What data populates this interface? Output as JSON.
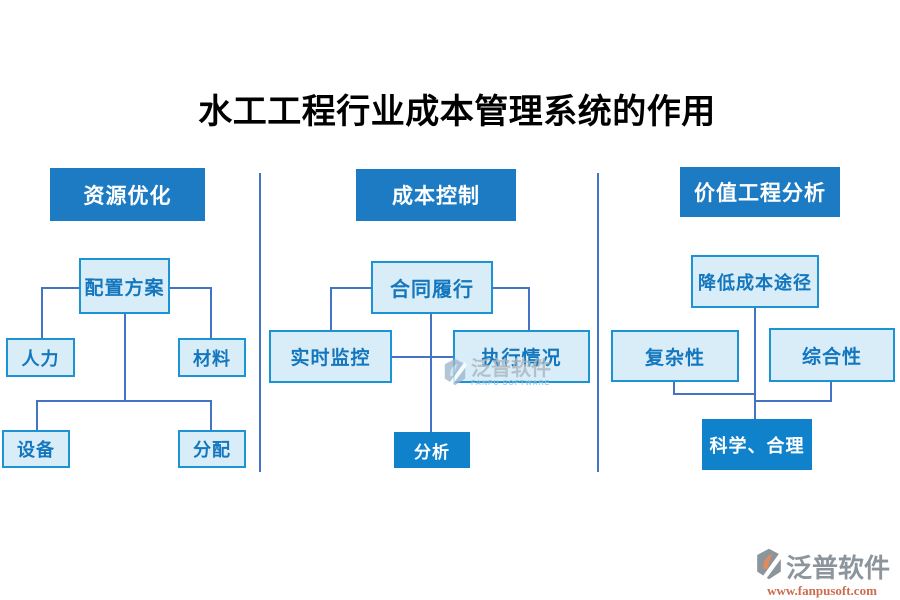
{
  "title": "水工工程行业成本管理系统的作用",
  "columns": [
    {
      "header": "资源优化",
      "nodes": {
        "root": "配置方案",
        "left": "人力",
        "right": "材料",
        "bottom_left": "设备",
        "bottom_right": "分配"
      }
    },
    {
      "header": "成本控制",
      "nodes": {
        "root": "合同履行",
        "left": "实时监控",
        "right": "执行情况",
        "bottom": "分析"
      }
    },
    {
      "header": "价值工程分析",
      "nodes": {
        "root": "降低成本途径",
        "left": "复杂性",
        "right": "综合性",
        "bottom": "科学、合理"
      }
    }
  ],
  "watermark_center": {
    "brand": "泛普软件",
    "subtitle": "FANPU SOFTWARE"
  },
  "watermark_footer": {
    "brand": "泛普软件",
    "url": "www.fanpusoft.com"
  },
  "colors": {
    "header_bg": "#1c7bc2",
    "node_bg": "#d9edf8",
    "node_border": "#1b93d4",
    "node_text": "#1477be",
    "solid_node_bg": "#0f82cb",
    "connector": "#4472c4",
    "footer_brand": "#8d959c",
    "footer_url": "#cd6b4e"
  }
}
